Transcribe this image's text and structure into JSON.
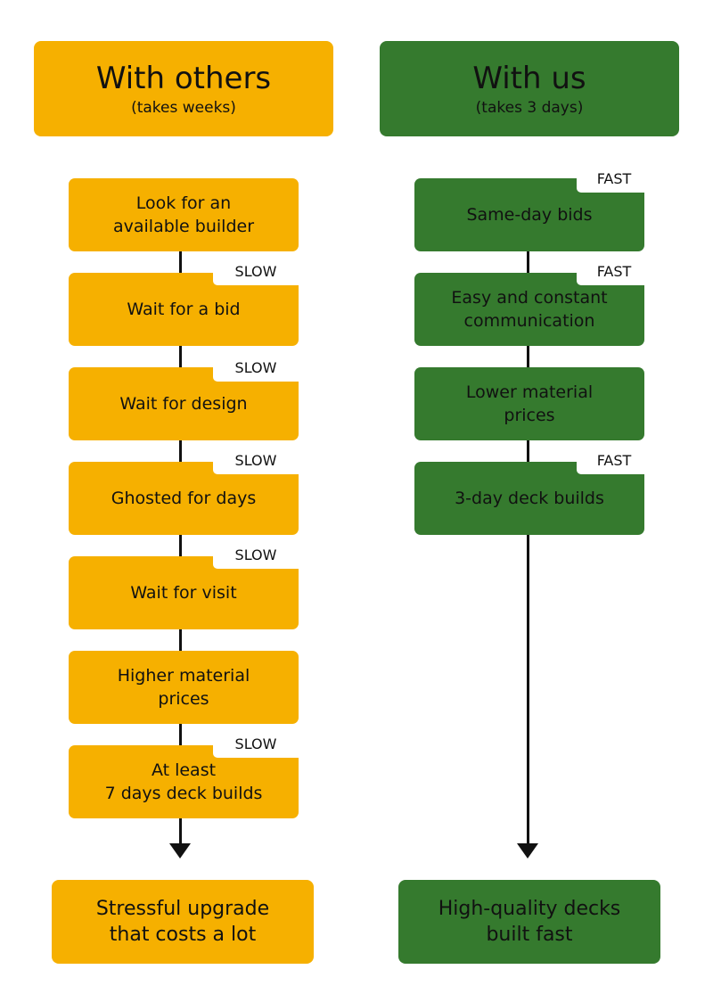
{
  "colors": {
    "yellow": "#f6b000",
    "green": "#357a2e"
  },
  "left": {
    "title": "With others",
    "subtitle": "(takes weeks)",
    "steps": [
      {
        "text": "Look for an\navailable builder",
        "tag": ""
      },
      {
        "text": "Wait for a bid",
        "tag": "SLOW"
      },
      {
        "text": "Wait for design",
        "tag": "SLOW"
      },
      {
        "text": "Ghosted for days",
        "tag": "SLOW"
      },
      {
        "text": "Wait for visit",
        "tag": "SLOW"
      },
      {
        "text": "Higher material\nprices",
        "tag": ""
      },
      {
        "text": "At least\n7 days deck builds",
        "tag": "SLOW"
      }
    ],
    "result": "Stressful upgrade\nthat costs a lot"
  },
  "right": {
    "title": "With us",
    "subtitle": "(takes 3 days)",
    "steps": [
      {
        "text": "Same-day bids",
        "tag": "FAST"
      },
      {
        "text": "Easy and constant\ncommunication",
        "tag": "FAST"
      },
      {
        "text": "Lower material\nprices",
        "tag": ""
      },
      {
        "text": "3-day deck builds",
        "tag": "FAST"
      }
    ],
    "result": "High-quality decks\nbuilt fast"
  }
}
